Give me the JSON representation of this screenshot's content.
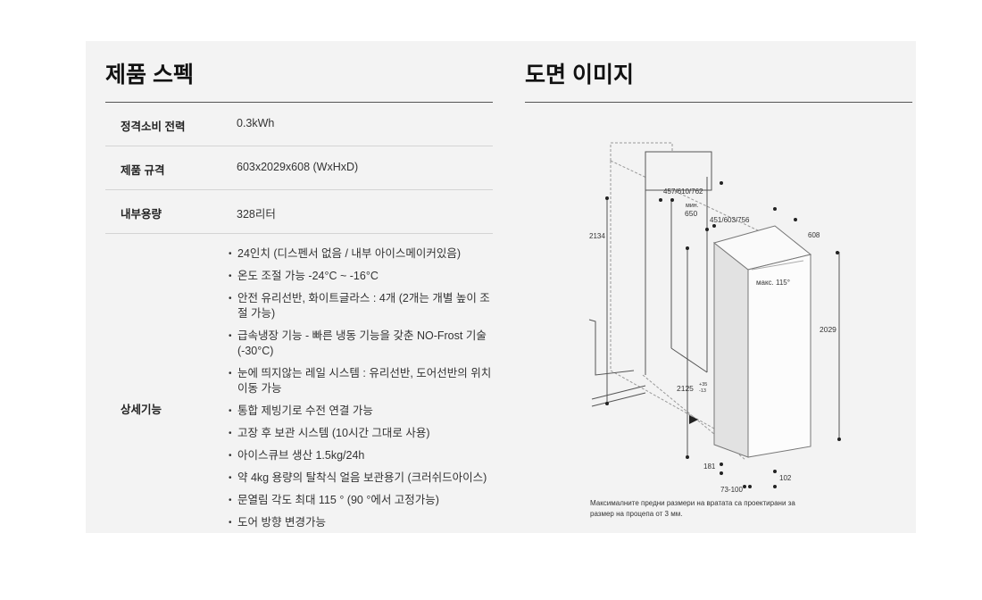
{
  "spec": {
    "title": "제품 스펙",
    "rows": [
      {
        "label": "정격소비 전력",
        "value": "0.3kWh"
      },
      {
        "label": "제품 규격",
        "value": "603x2029x608 (WxHxD)"
      },
      {
        "label": "내부용량",
        "value": "328리터"
      }
    ],
    "details_label": "상세기능",
    "details": [
      "24인치 (디스펜서 없음 / 내부 아이스메이커있음)",
      "온도 조절 가능 -24°C ~ -16°C",
      "안전 유리선반, 화이트글라스 : 4개 (2개는 개별 높이 조절 가능)",
      "급속냉장 기능 - 빠른 냉동 기능을 갖춘 NO-Frost 기술 (-30°C)",
      "눈에 띄지않는 레일 시스템 : 유리선반, 도어선반의 위치 이동 가능",
      "통합 제빙기로 수전 연결 가능",
      "고장 후 보관 시스템 (10시간 그대로 사용)",
      "아이스큐브 생산 1.5kg/24h",
      "약 4kg 용량의 탈착식 얼음 보관용기 (크러쉬드아이스)",
      "문열림 각도 최대 115 ° (90 °에서 고정가능)",
      "도어 방향 변경가능"
    ]
  },
  "drawing": {
    "title": "도면 이미지",
    "dims": {
      "niche_width": "457/610/762",
      "min_label": "мин.",
      "min_value": "650",
      "unit_width": "451/603/756",
      "depth": "608",
      "niche_height": "2134",
      "door_angle": "макс. 115°",
      "height": "2029",
      "niche_height2": "2125",
      "tol_plus": "+35",
      "tol_minus": "-13",
      "plinth": "181",
      "foot": "102",
      "offset": "73-100"
    },
    "caption_line1": "Максималните предни размери на вратата са проектирани за",
    "caption_line2": "размер на процепа от 3 мм."
  }
}
